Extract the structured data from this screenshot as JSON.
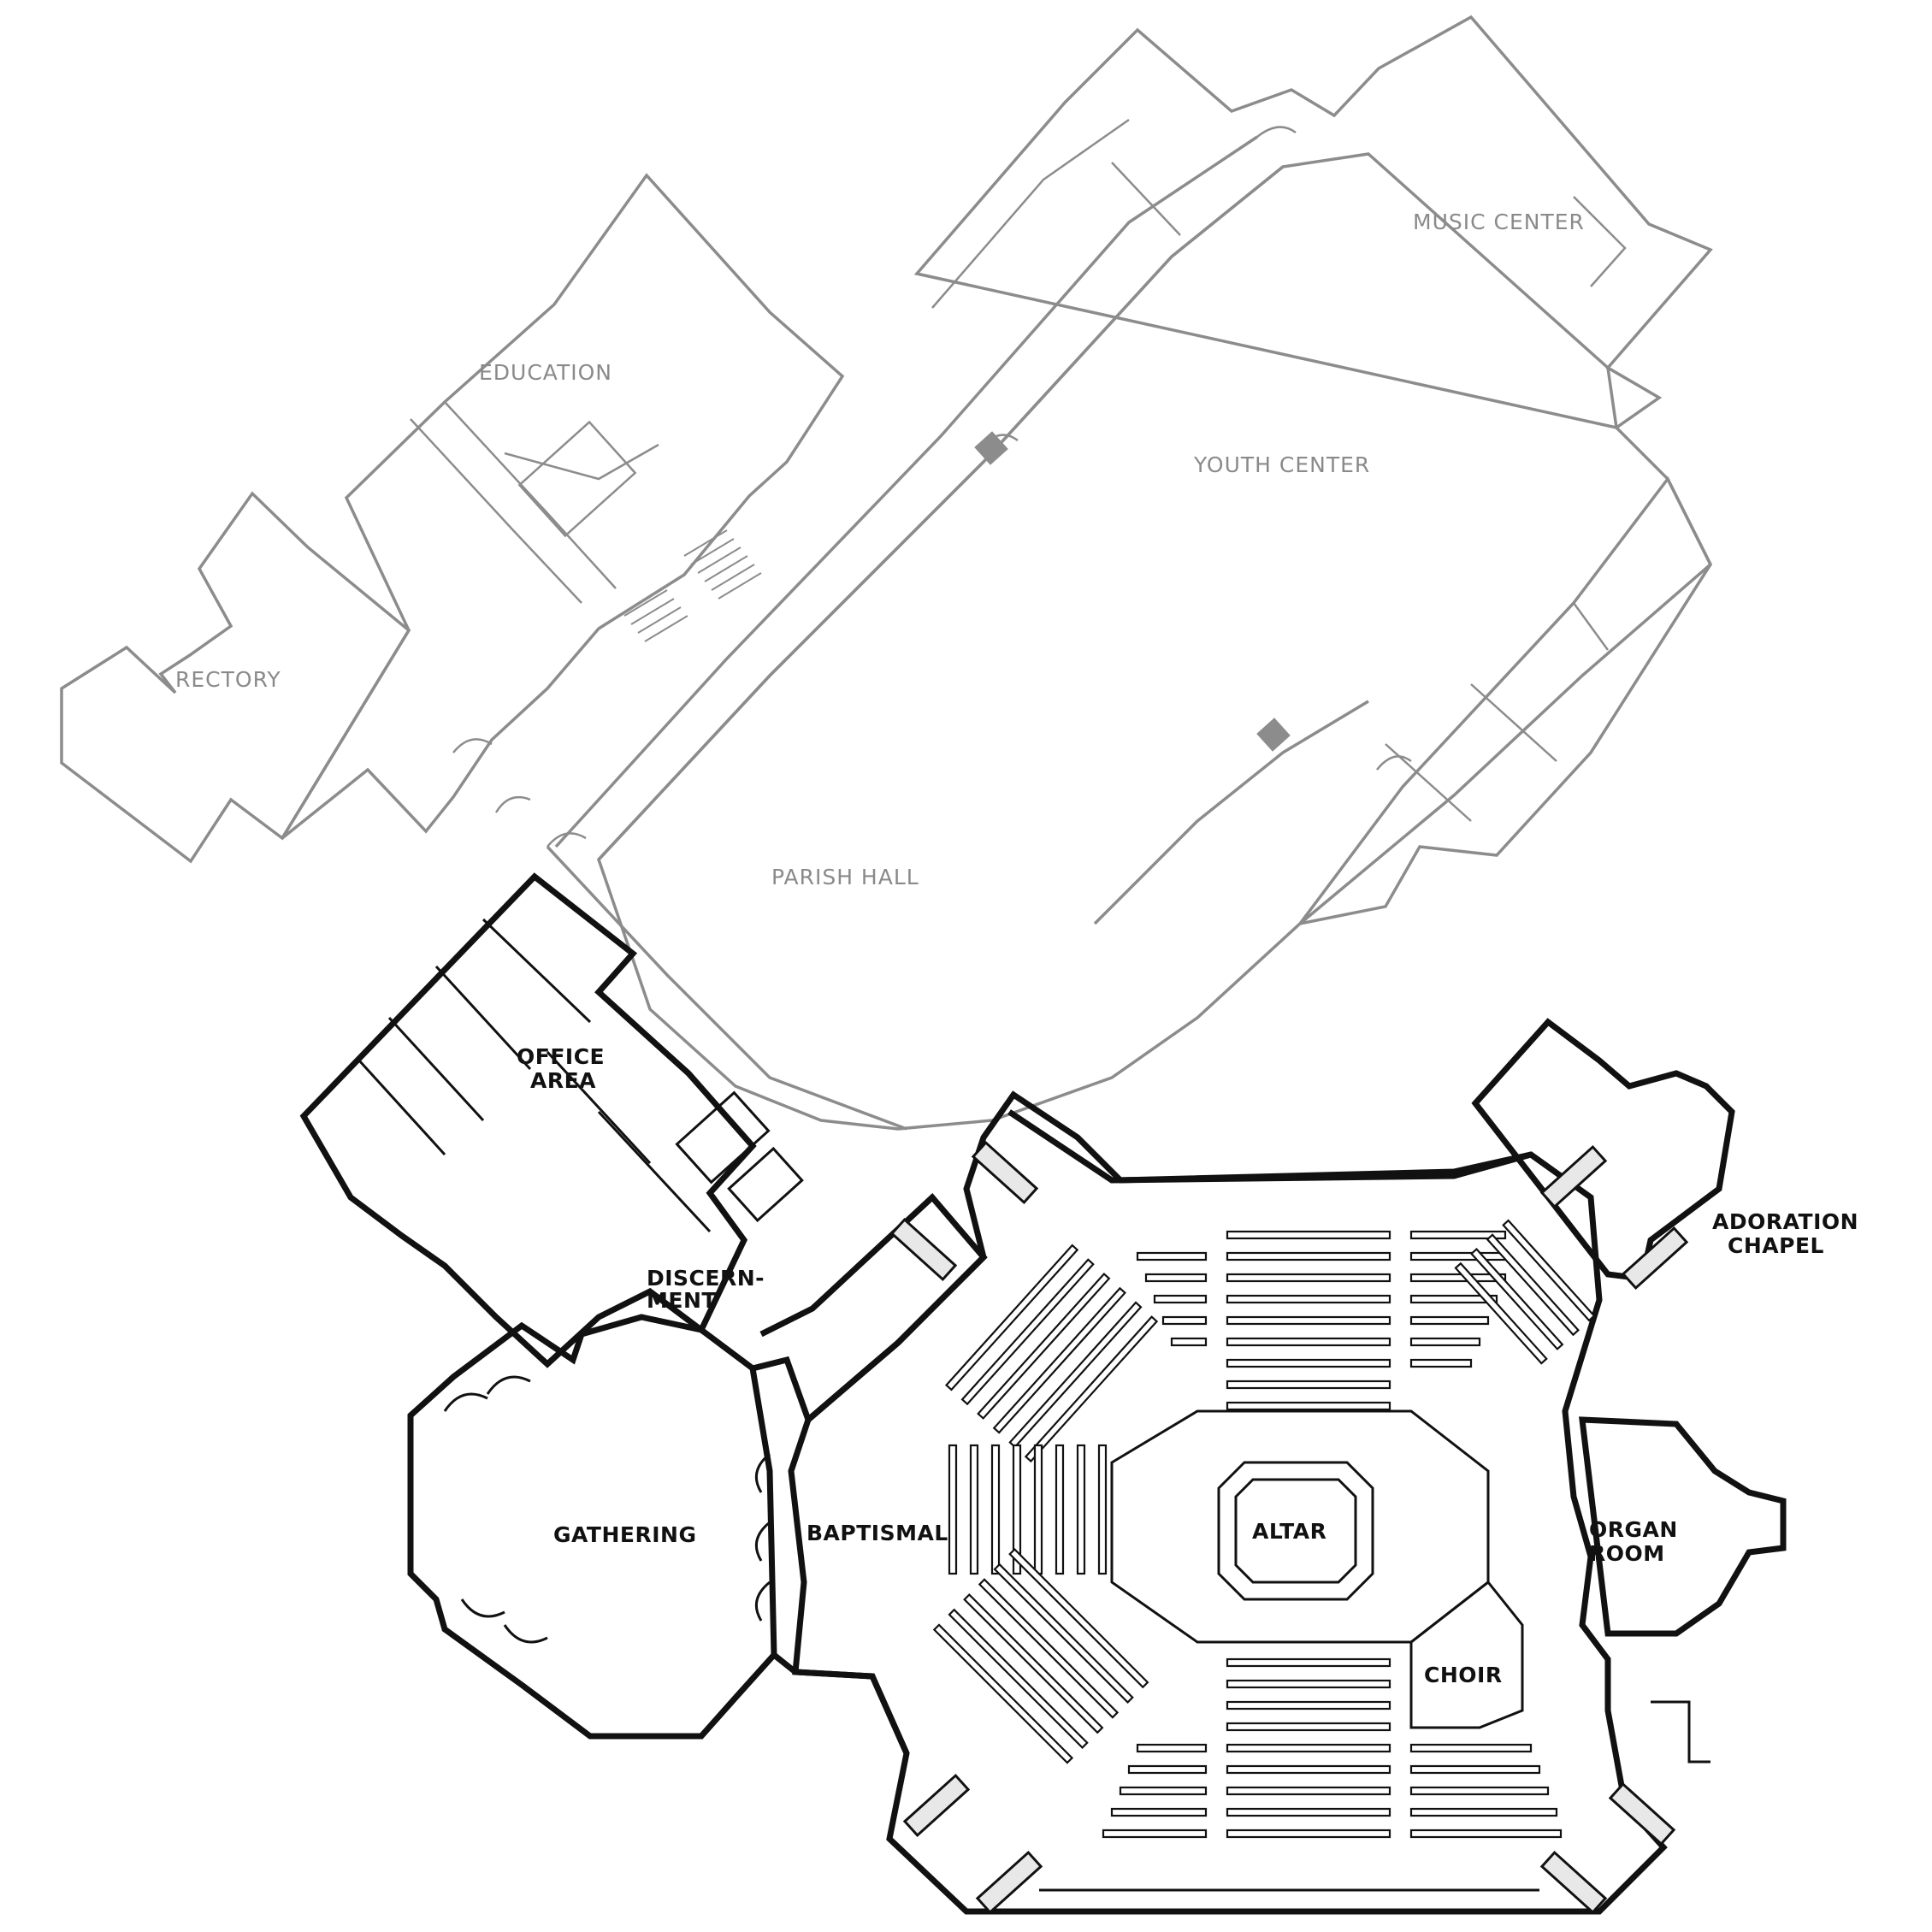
{
  "labels": {
    "music_center": "MUSIC CENTER",
    "education": "EDUCATION",
    "youth_center": "YOUTH CENTER",
    "rectory": "RECTORY",
    "parish_hall": "PARISH HALL",
    "office_line1": "OFFICE",
    "office_line2": "AREA",
    "adoration_line1": "ADORATION",
    "adoration_line2": "CHAPEL",
    "discernment_line1": "DISCERN-",
    "discernment_line2": "MENT",
    "gathering": "GATHERING",
    "baptismal": "BAPTISMAL",
    "altar": "ALTAR",
    "organ_line1": "ORGAN",
    "organ_line2": "ROOM",
    "choir": "CHOIR"
  },
  "colors": {
    "existing_building": "#8c8c8c",
    "new_building": "#111111",
    "background": "#ffffff"
  }
}
